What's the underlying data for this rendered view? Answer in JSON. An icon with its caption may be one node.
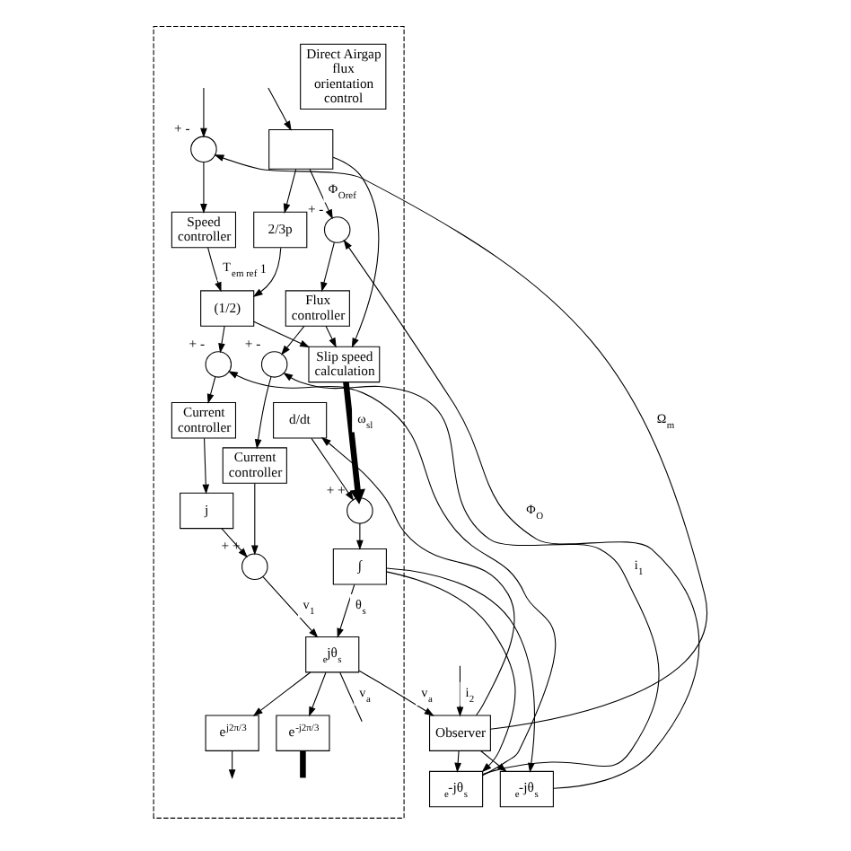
{
  "diagram": {
    "nodes": [
      {
        "text": [],
        "shape": "box"
      },
      {
        "text": [
          "Direct Airgap flux orientation control"
        ],
        "in": 0
      },
      {
        "text": [
          "Slip speed calculation"
        ],
        "in": 0
      },
      {
        "text": [],
        "shape": "circle",
        "beside": [
          "+",
          "-"
        ],
        "in": 0
      },
      {
        "text": [
          "Speed controller"
        ],
        "in": 0
      },
      {
        "text": [
          "(1/2)"
        ],
        "in": 0
      },
      {
        "text": [],
        "shape": "circle",
        "beside": [
          "+",
          "-"
        ],
        "in": 0
      },
      {
        "text": [
          "Current controller"
        ],
        "in": 0
      },
      {
        "text": [
          "j"
        ],
        "in": 0
      },
      {
        "text": [],
        "shape": "circle",
        "beside": [
          "+",
          "+"
        ],
        "in": 0
      },
      {
        "text": [
          "∫"
        ],
        "in": 0
      },
      {
        "text": [
          "d/dt"
        ],
        "in": 0
      },
      {
        "text": [
          "2/3p"
        ],
        "in": 0
      },
      {
        "text": [],
        "shape": "circle",
        "beside": [
          "+",
          "+"
        ],
        "in": 0
      },
      {
        "text": [
          "$_{e}$jθ$_{s}$"
        ],
        "in": 0
      },
      {
        "text": [
          "e$^{j2π/3}$"
        ],
        "in": 0
      },
      {
        "text": [],
        "shape": "box",
        "in": 0
      },
      {
        "text": [],
        "shape": "circle",
        "beside": [
          "+",
          "-"
        ],
        "in": 0
      },
      {
        "text": [
          "Flux controller"
        ],
        "in": 0
      },
      {
        "text": [],
        "shape": "circle",
        "beside": [
          "+",
          "-"
        ],
        "in": 0
      },
      {
        "text": [
          "Current controller"
        ],
        "in": 0
      },
      {
        "text": [
          "e$^{-j2π/3}$"
        ],
        "in": 0
      },
      {
        "text": [
          "$_{e}$-jθ$_{s}$"
        ]
      },
      {
        "text": [
          "$_{e}$-jθ$_{s}$"
        ]
      },
      {
        "text": [
          "Observer"
        ]
      }
    ],
    "edges": [
      {
        "from": null,
        "to": 3,
        "arrow": "to"
      },
      {
        "from": 3,
        "to": 4,
        "arrow": "to"
      },
      {
        "from": 4,
        "to": 5,
        "arrow": "to",
        "label": "T$_{em ref}$ 1"
      },
      {
        "from": 5,
        "to": 6,
        "arrow": "to"
      },
      {
        "from": 5,
        "to": 2,
        "arrow": "to"
      },
      {
        "from": 6,
        "to": 7,
        "arrow": "to"
      },
      {
        "from": 7,
        "to": 8,
        "arrow": "to"
      },
      {
        "from": 8,
        "to": 13,
        "arrow": "to"
      },
      {
        "from": 2,
        "to": 9,
        "arrow": "to",
        "label": "ω$_{sl}$",
        "style": "thick"
      },
      {
        "from": 9,
        "to": 10,
        "arrow": "to"
      },
      {
        "from": 11,
        "to": 9,
        "arrow": "to"
      },
      {
        "from": 10,
        "to": 14,
        "arrow": "to",
        "label": "θ$_{s}$"
      },
      {
        "from": 10,
        "to": 22,
        "arrow": "to"
      },
      {
        "from": 10,
        "to": 23,
        "arrow": "to"
      },
      {
        "from": 12,
        "to": 5,
        "arrow": "to"
      },
      {
        "from": 13,
        "to": 14,
        "arrow": "to",
        "label": "v$_{1}$"
      },
      {
        "from": 14,
        "to": null,
        "arrow": "none",
        "label": "v$_{a}$"
      },
      {
        "from": 14,
        "to": 15,
        "arrow": "to"
      },
      {
        "from": 14,
        "to": 21,
        "arrow": "to"
      },
      {
        "from": 14,
        "to": 24,
        "arrow": "to",
        "label": "v$_{a}$"
      },
      {
        "from": 15,
        "to": null,
        "arrow": "to"
      },
      {
        "from": 21,
        "to": null,
        "arrow": "none",
        "style": "thick"
      },
      {
        "from": null,
        "to": 16,
        "arrow": "to"
      },
      {
        "from": 16,
        "to": 17,
        "arrow": "to",
        "label": "Φ$_{Oref}$"
      },
      {
        "from": 16,
        "to": 12,
        "arrow": "to"
      },
      {
        "from": 16,
        "to": 2,
        "arrow": "to"
      },
      {
        "from": 17,
        "to": 18,
        "arrow": "to"
      },
      {
        "from": 18,
        "to": 19,
        "arrow": "to"
      },
      {
        "from": 18,
        "to": 2,
        "arrow": "to"
      },
      {
        "from": 19,
        "to": 20,
        "arrow": "to"
      },
      {
        "from": 20,
        "to": 13,
        "arrow": "to"
      },
      {
        "from": 22,
        "to": 17,
        "arrow": "to",
        "label": "Φ$_{O}$"
      },
      {
        "from": 23,
        "to": 19,
        "arrow": "to",
        "label": "i$_{1}$"
      },
      {
        "from": 23,
        "to": 6,
        "arrow": "to"
      },
      {
        "from": 24,
        "to": 22,
        "arrow": "to"
      },
      {
        "from": 24,
        "to": 23,
        "arrow": "to"
      },
      {
        "from": 24,
        "to": 3,
        "arrow": "to",
        "label": "Ω$_{m}$"
      },
      {
        "from": 24,
        "to": 11,
        "arrow": "to"
      },
      {
        "from": null,
        "to": 24,
        "arrow": "to",
        "label": "i$_{2}$"
      }
    ]
  }
}
